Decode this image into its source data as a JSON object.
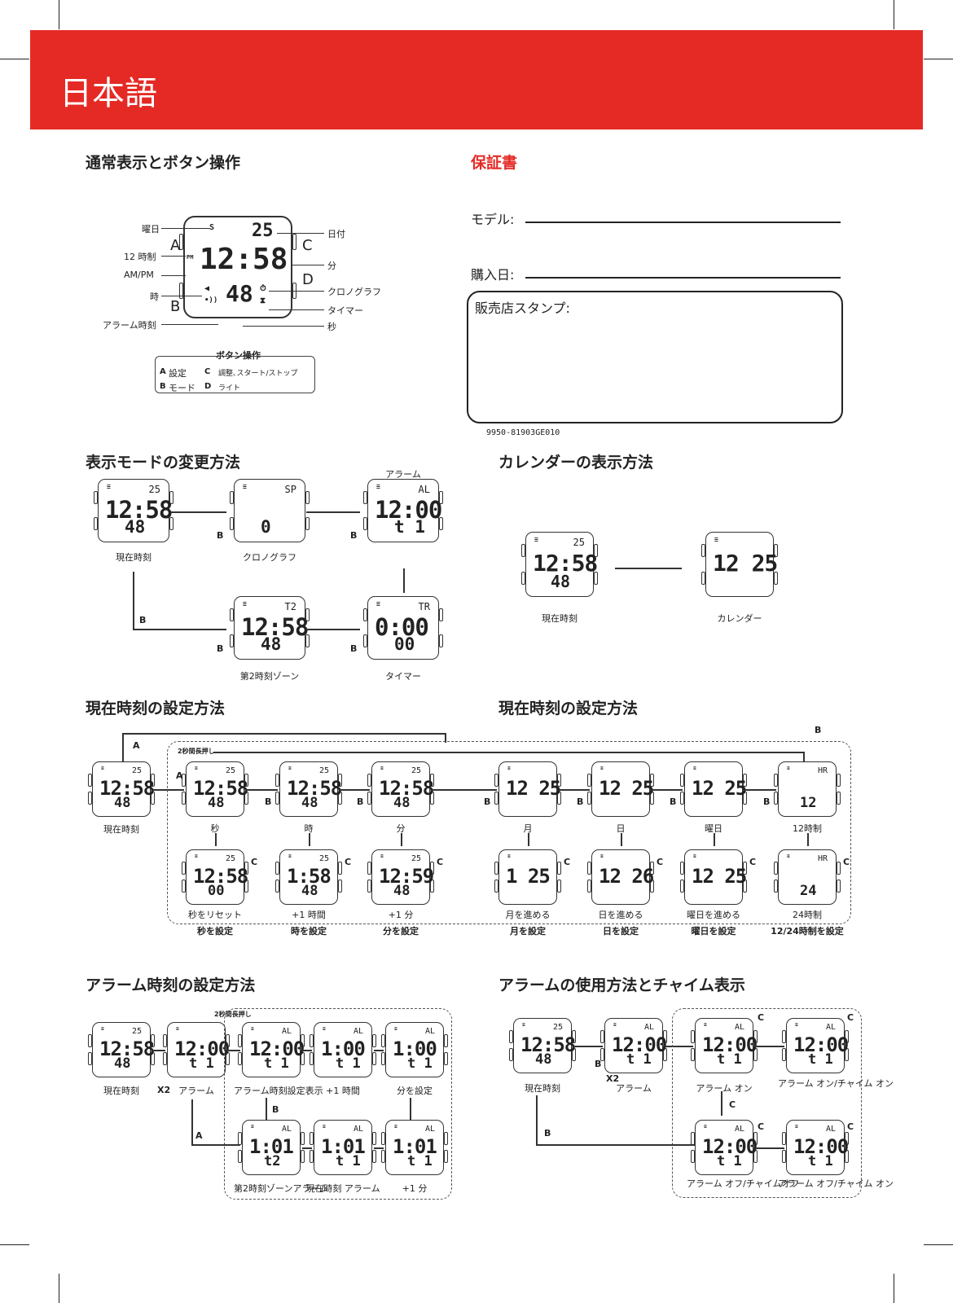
{
  "banner": {
    "title": "日本語",
    "color": "#e52a25"
  },
  "sections": {
    "display": "通常表示とボタン操作",
    "warranty": "保証書",
    "mode_change": "表示モードの変更方法",
    "calendar": "カレンダーの表示方法",
    "time_set_1": "現在時刻の設定方法",
    "time_set_2": "現在時刻の設定方法",
    "alarm_set": "アラーム時刻の設定方法",
    "alarm_use": "アラームの使用方法とチャイム表示"
  },
  "main_watch": {
    "labels_left": [
      "曜日",
      "12 時制",
      "AM/PM",
      "時",
      "アラーム時刻"
    ],
    "labels_right": [
      "日付",
      "分",
      "クロノグラフ",
      "タイマー",
      "秒"
    ],
    "buttons": [
      "A",
      "B",
      "C",
      "D"
    ],
    "lcd": {
      "day": "S",
      "date": "25",
      "pm": "PM",
      "time": "12:58",
      "sec": "48"
    }
  },
  "button_legend": {
    "title": "ボタン操作",
    "rows": [
      {
        "k1": "A",
        "v1": "設定",
        "k2": "C",
        "v2": "調整､スタート/ストップ"
      },
      {
        "k1": "B",
        "v1": "モード",
        "k2": "D",
        "v2": "ライト"
      }
    ]
  },
  "warranty": {
    "model": "モデル:",
    "date": "購入日:",
    "stamp": "販売店スタンプ:",
    "code": "9950-81903GE010"
  },
  "mode_change": {
    "watches": [
      {
        "top": "25",
        "main": "12:58",
        "sub": "48",
        "label": "現在時刻"
      },
      {
        "top": "SP",
        "main": "",
        "sub": "0",
        "label": "クロノグラフ"
      },
      {
        "top": "AL",
        "main": "12:00",
        "sub": "t 1",
        "label": "アラーム"
      },
      {
        "top": "T2",
        "main": "12:58",
        "sub": "48",
        "label": "第2時刻ゾーン"
      },
      {
        "top": "TR",
        "main": "0:00",
        "sub": "00",
        "label": "タイマー"
      }
    ],
    "btn": "B"
  },
  "calendar": {
    "watches": [
      {
        "top": "25",
        "main": "12:58",
        "sub": "48",
        "label": "現在時刻"
      },
      {
        "top": "",
        "main": "12 25",
        "sub": "",
        "label": "カレンダー"
      }
    ]
  },
  "time_set": {
    "hold": "2秒間長押し",
    "start_label": "現在時刻",
    "a": "A",
    "b": "B",
    "c": "C",
    "top_row": [
      {
        "top": "25",
        "main": "12:58",
        "sub": "48",
        "label": "秒"
      },
      {
        "top": "25",
        "main": "12:58",
        "sub": "48",
        "label": "時"
      },
      {
        "top": "25",
        "main": "12:58",
        "sub": "48",
        "label": "分"
      },
      {
        "top": "",
        "main": "12 25",
        "sub": "",
        "label": "月"
      },
      {
        "top": "",
        "main": "12 25",
        "sub": "",
        "label": "日"
      },
      {
        "top": "",
        "main": "12 25",
        "sub": "",
        "label": "曜日"
      },
      {
        "top": "HR",
        "main": "",
        "sub": "12",
        "label": "12時制"
      }
    ],
    "bottom_row": [
      {
        "top": "25",
        "main": "12:58",
        "sub": "00",
        "label": "秒をリセット",
        "caption": "秒を設定"
      },
      {
        "top": "25",
        "main": "1:58",
        "sub": "48",
        "label": "+1 時間",
        "caption": "時を設定"
      },
      {
        "top": "25",
        "main": "12:59",
        "sub": "48",
        "label": "+1 分",
        "caption": "分を設定"
      },
      {
        "top": "",
        "main": "1 25",
        "sub": "",
        "label": "月を進める",
        "caption": "月を設定"
      },
      {
        "top": "",
        "main": "12 26",
        "sub": "",
        "label": "日を進める",
        "caption": "日を設定"
      },
      {
        "top": "",
        "main": "12 25",
        "sub": "",
        "label": "曜日を進める",
        "caption": "曜日を設定"
      },
      {
        "top": "HR",
        "main": "",
        "sub": "24",
        "label": "24時制",
        "caption": "12/24時制を設定"
      }
    ]
  },
  "alarm_set": {
    "hold": "2秒間長押し",
    "x2": "X2",
    "top_row": [
      {
        "top": "25",
        "main": "12:58",
        "sub": "48",
        "label": "現在時刻"
      },
      {
        "top": "",
        "main": "12:00",
        "sub": "t 1",
        "label": "アラーム"
      },
      {
        "top": "AL",
        "main": "12:00",
        "sub": "t 1",
        "label": "アラーム時刻設定表示"
      },
      {
        "top": "AL",
        "main": "1:00",
        "sub": "t 1",
        "label": "+1 時間"
      },
      {
        "top": "AL",
        "main": "1:00",
        "sub": "t 1",
        "label": "分を設定"
      }
    ],
    "bottom_row": [
      {
        "top": "AL",
        "main": "1:01",
        "sub": "t2",
        "label": "第2時刻ゾーンアラーム"
      },
      {
        "top": "AL",
        "main": "1:01",
        "sub": "t 1",
        "label": "現在時刻 アラーム"
      },
      {
        "top": "AL",
        "main": "1:01",
        "sub": "t 1",
        "label": "+1 分"
      }
    ]
  },
  "alarm_use": {
    "x2": "X2",
    "watches": [
      {
        "top": "25",
        "main": "12:58",
        "sub": "48",
        "label": "現在時刻"
      },
      {
        "top": "AL",
        "main": "12:00",
        "sub": "t 1",
        "label": "アラーム"
      },
      {
        "top": "AL",
        "main": "12:00",
        "sub": "t 1",
        "label": "アラーム オン"
      },
      {
        "top": "AL",
        "main": "12:00",
        "sub": "t 1",
        "label": "アラーム オン/チャイム オン"
      },
      {
        "top": "AL",
        "main": "12:00",
        "sub": "t 1",
        "label": "アラーム オフ/チャイムオフ"
      },
      {
        "top": "AL",
        "main": "12:00",
        "sub": "t 1",
        "label": "アラーム オフ/チャイム オン"
      }
    ]
  }
}
